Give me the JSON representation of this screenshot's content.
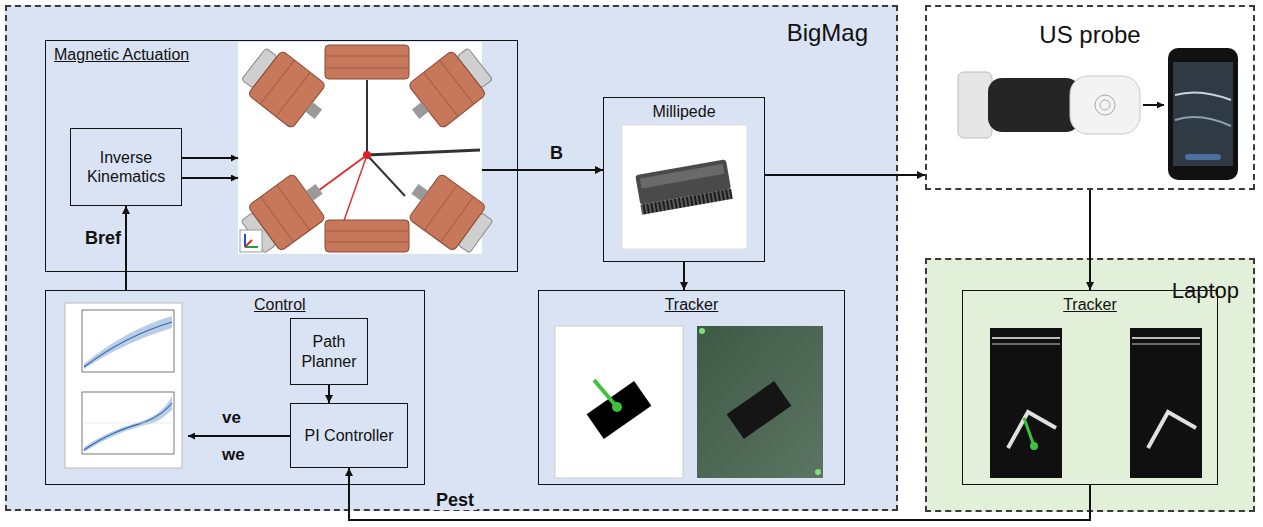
{
  "diagram": {
    "nodes": [
      {
        "text": [
          "BigMag"
        ]
      },
      {
        "text": [
          "Magnetic Actuation"
        ],
        "in": 0
      },
      {
        "text": [
          "Inverse Kinematics"
        ],
        "in": 1
      },
      {
        "text": [
          "Millipede"
        ],
        "in": 0
      },
      {
        "text": [
          "US probe"
        ]
      },
      {
        "text": [
          "Control"
        ],
        "in": 0
      },
      {
        "text": [
          "Path Planner"
        ],
        "in": 5
      },
      {
        "text": [
          "PI Controller"
        ],
        "in": 5
      },
      {
        "text": [
          "Tracker"
        ],
        "in": 0
      },
      {
        "text": [
          "Laptop"
        ]
      },
      {
        "text": [
          "Tracker"
        ],
        "in": 9
      }
    ],
    "edges": [
      {
        "from": 1,
        "to": 3,
        "label": "B",
        "arrow": "to"
      },
      {
        "from": 3,
        "to": 4,
        "arrow": "to"
      },
      {
        "from": 3,
        "to": 8,
        "arrow": "to"
      },
      {
        "from": 4,
        "to": 10,
        "arrow": "to"
      },
      {
        "from": 10,
        "to": 7,
        "label": "Pest",
        "arrow": "to"
      },
      {
        "from": 6,
        "to": 7,
        "arrow": "to"
      },
      {
        "from": 5,
        "to": 2,
        "label": "Bref",
        "arrow": "to"
      }
    ],
    "labels": [
      "ve",
      "we"
    ]
  }
}
